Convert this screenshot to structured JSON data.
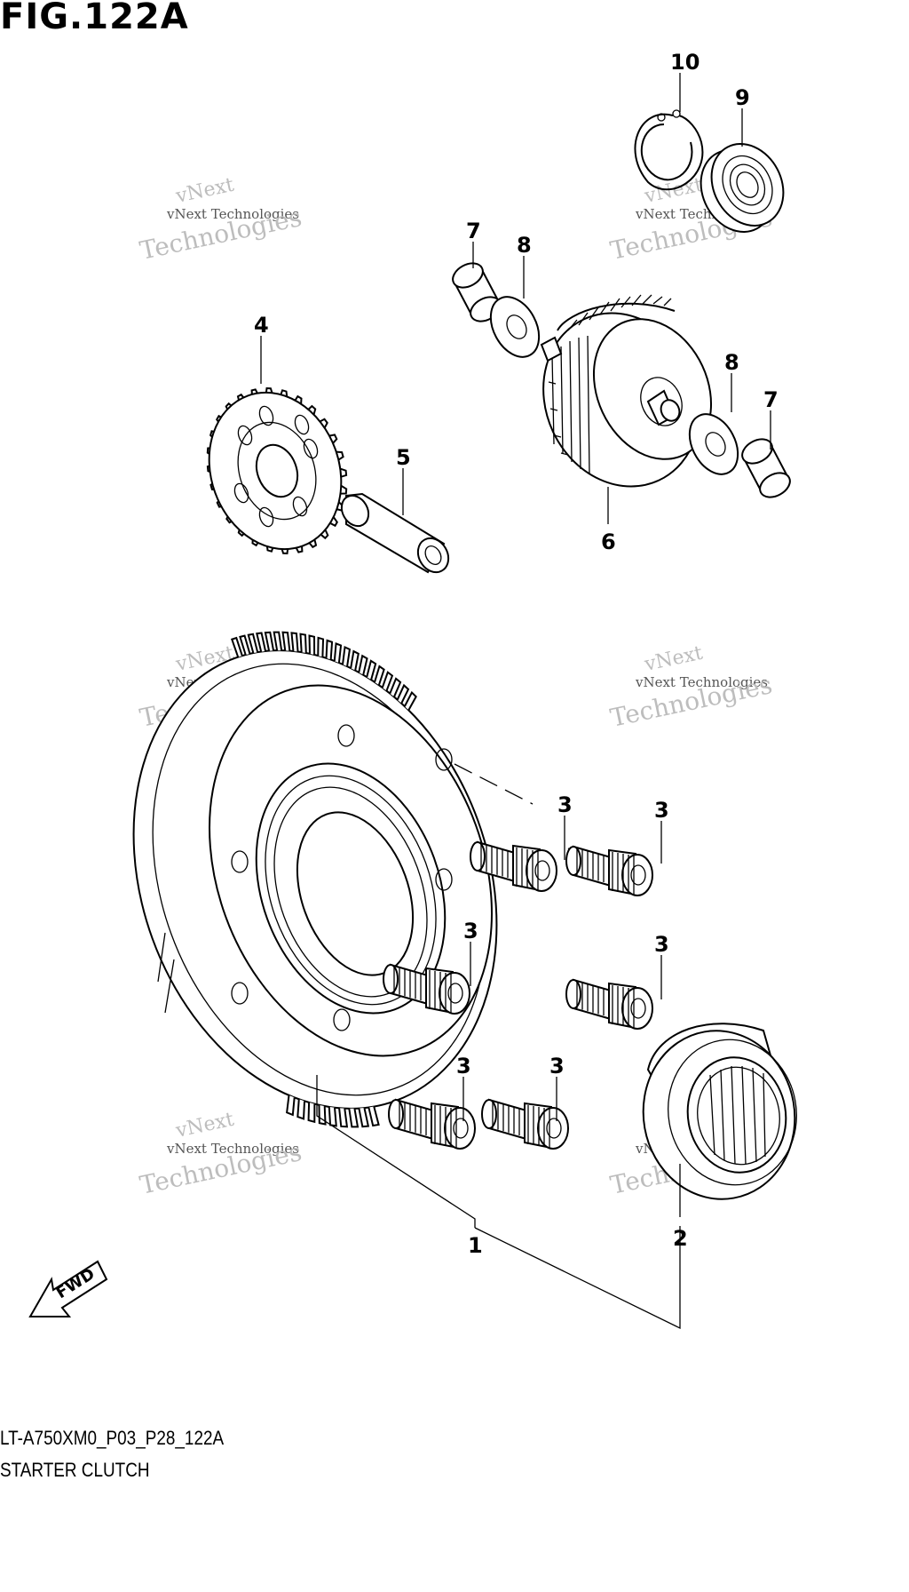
{
  "figure": {
    "title": "FIG.122A",
    "code": "LT-A750XM0_P03_P28_122A",
    "name": "STARTER CLUTCH"
  },
  "fwd_label": "FWD",
  "watermark": {
    "line1": "vNext",
    "line2": "vNext Technologies",
    "line3": "Technologies"
  },
  "callouts": [
    {
      "id": "c10",
      "text": "10"
    },
    {
      "id": "c9",
      "text": "9"
    },
    {
      "id": "c7a",
      "text": "7"
    },
    {
      "id": "c8a",
      "text": "8"
    },
    {
      "id": "c4",
      "text": "4"
    },
    {
      "id": "c5",
      "text": "5"
    },
    {
      "id": "c6",
      "text": "6"
    },
    {
      "id": "c8b",
      "text": "8"
    },
    {
      "id": "c7b",
      "text": "7"
    },
    {
      "id": "c3a",
      "text": "3"
    },
    {
      "id": "c3b",
      "text": "3"
    },
    {
      "id": "c3c",
      "text": "3"
    },
    {
      "id": "c3d",
      "text": "3"
    },
    {
      "id": "c3e",
      "text": "3"
    },
    {
      "id": "c3f",
      "text": "3"
    },
    {
      "id": "c1",
      "text": "1"
    },
    {
      "id": "c2",
      "text": "2"
    }
  ]
}
